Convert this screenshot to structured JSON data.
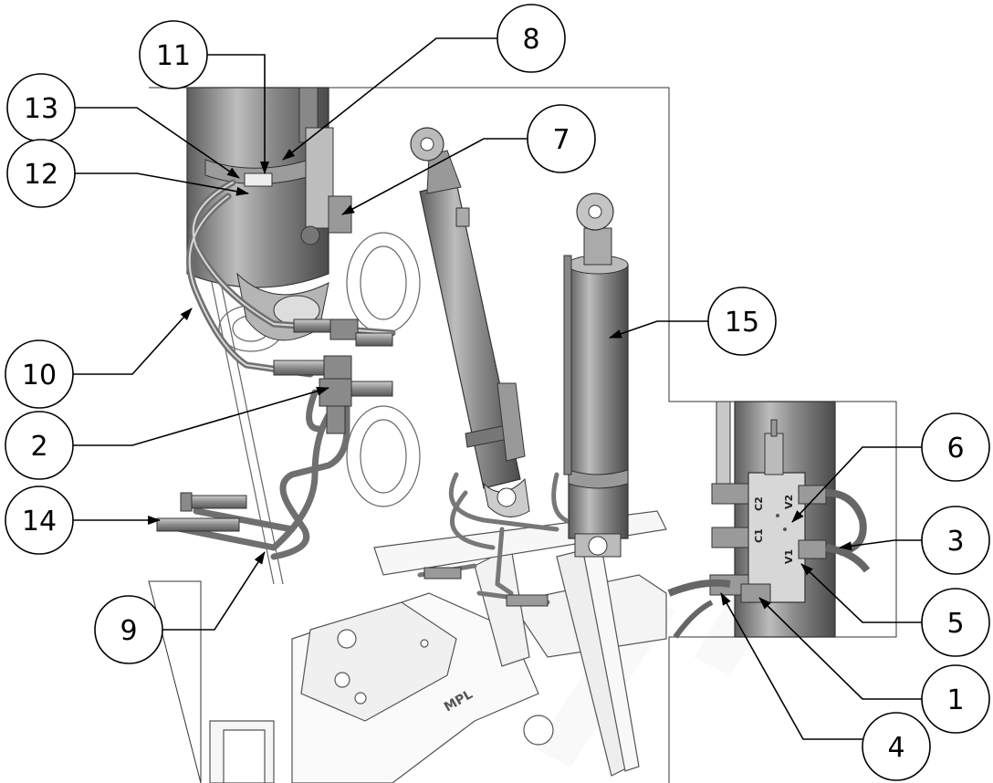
{
  "callouts": [
    "1",
    "2",
    "3",
    "4",
    "5",
    "6",
    "7",
    "8",
    "9",
    "10",
    "11",
    "12",
    "13",
    "14",
    "15"
  ],
  "valve_labels": {
    "c1": "C1",
    "c2": "C2",
    "v1": "V1",
    "v2": "V2"
  },
  "brand_mark": "MPL",
  "colors": {
    "background": "#ffffff",
    "line": "#000000",
    "cylinder_dark": "#6e6e6e",
    "cylinder_light": "#b9b9b9",
    "hose": "#9a9a9a",
    "frame_light": "#f2f2f2",
    "watermark": "#f0f0f0"
  },
  "icons": [
    "leader-arrow-icon",
    "hydraulic-cylinder-icon",
    "valve-block-icon",
    "hose-fitting-icon",
    "quick-coupler-icon"
  ]
}
